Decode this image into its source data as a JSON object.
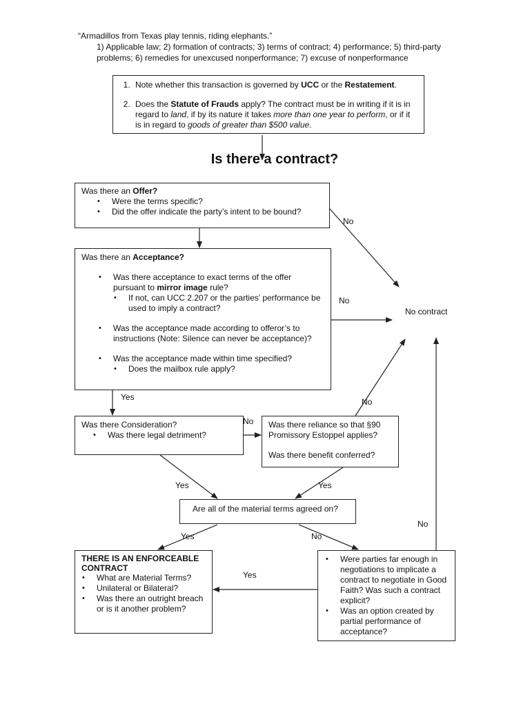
{
  "mnemonic": {
    "quote": "“Armadillos from Texas play tennis, riding elephants.”",
    "list": "1) Applicable law; 2) formation of contracts; 3) terms of contract; 4) performance; 5) third-party problems; 6) remedies for unexcused nonperformance; 7) excuse of nonperformance"
  },
  "notes": {
    "n1_pre": "Note whether this transaction is governed by ",
    "n1_ucc": "UCC",
    "n1_mid": " or the ",
    "n1_rest": "Restatement",
    "n1_end": ".",
    "n2_pre": "Does the ",
    "n2_sof": "Statute of Frauds",
    "n2_a": " apply? The contract must be in writing if it is in regard to ",
    "n2_land": "land",
    "n2_b": ", if by its nature it takes ",
    "n2_year": "more than one year to perform",
    "n2_c": ", or if it is in regard to ",
    "n2_goods": "goods of greater than $500 value",
    "n2_end": "."
  },
  "title": "Is there a contract?",
  "offer": {
    "pre": "Was there an ",
    "bold": "Offer?",
    "b1": "Were the terms specific?",
    "b2": "Did the offer indicate the party’s intent to be bound?"
  },
  "acceptance": {
    "pre": "Was there an ",
    "bold": "Acceptance?",
    "b1_pre": "Was there acceptance to exact terms of the offer pursuant to ",
    "b1_bold": "mirror image",
    "b1_post": " rule?",
    "b1_sub": "If not, can UCC 2.207 or the parties’ performance be used to imply a contract?",
    "b2": "Was the acceptance made according to offeror’s to instructions (Note: Silence can never be acceptance)?",
    "b3": "Was the acceptance made within time specified?",
    "b3_sub": "Does the mailbox rule apply?"
  },
  "no_contract": "No contract",
  "consideration": {
    "title": "Was there Consideration?",
    "b1": "Was there legal detriment?"
  },
  "reliance": {
    "line1": "Was there reliance so that §90 Promissory Estoppel applies?",
    "line2": "Was there benefit conferred?"
  },
  "material": "Are all of the material terms agreed on?",
  "enforceable": {
    "title": "THERE IS AN ENFORCEABLE CONTRACT",
    "b1": "What are Material Terms?",
    "b2": "Unilateral or Bilateral?",
    "b3": "Was there an outright breach or is it another problem?"
  },
  "negotiation": {
    "b1": "Were parties far enough in negotiations to implicate a contract to negotiate in Good Faith? Was such a contract explicit?",
    "b2": "Was an option created by partial performance of acceptance?"
  },
  "labels": {
    "offer_no": "No",
    "accept_no": "No",
    "accept_yes": "Yes",
    "consid_no": "No",
    "reliance_no": "No",
    "consid_yes": "Yes",
    "reliance_yes": "Yes",
    "material_yes": "Yes",
    "material_no": "No",
    "neg_yes": "Yes",
    "neg_no": "No"
  }
}
